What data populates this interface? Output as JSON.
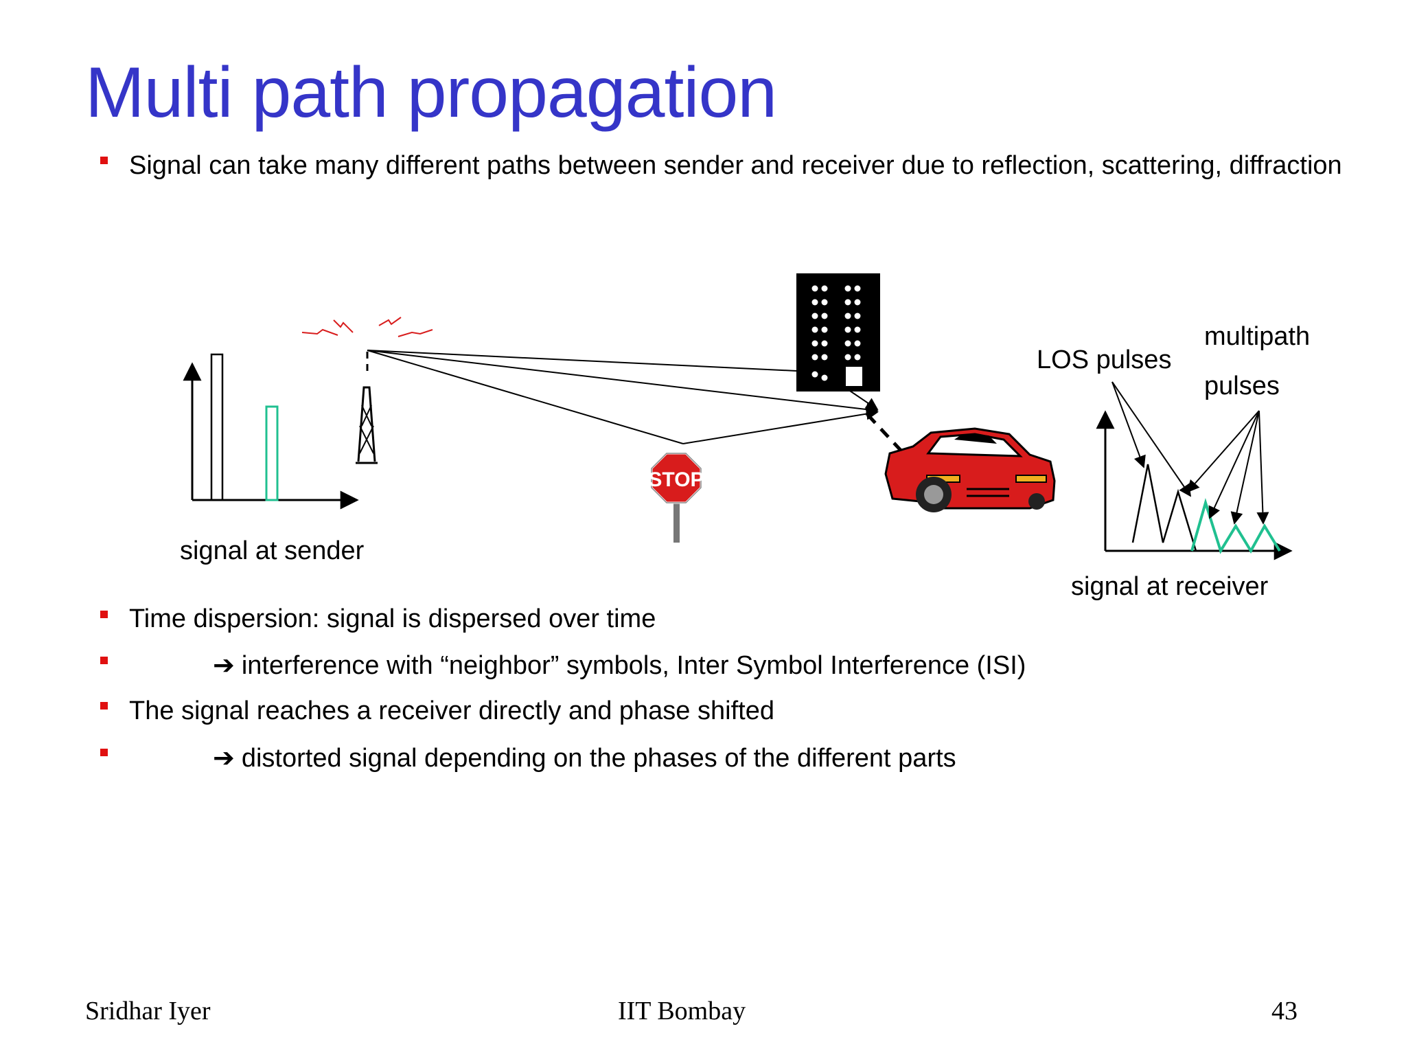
{
  "slide": {
    "title": "Multi path propagation",
    "bullets": [
      {
        "text": "Signal can take many different paths between sender and receiver due to reflection, scattering, diffraction",
        "indent": false
      },
      {
        "text": "Time dispersion: signal is dispersed over time",
        "indent": false
      },
      {
        "text": "interference with “neighbor” symbols, Inter Symbol Interference (ISI)",
        "indent": true
      },
      {
        "text": "The signal reaches a receiver directly and phase shifted",
        "indent": false
      },
      {
        "text": "distorted signal depending on the phases of the different parts",
        "indent": true
      }
    ],
    "arrow_symbol": "➔",
    "colors": {
      "title": "#3535c8",
      "bullet": "#e01010",
      "pulse": "#20c090",
      "car": "#d81c1c",
      "stop_sign": "#d81c1c"
    }
  },
  "diagram": {
    "sender_label": "signal at sender",
    "receiver_label": "signal at receiver",
    "los_label": "LOS pulses",
    "multipath_label_1": "multipath",
    "multipath_label_2": "pulses",
    "stop_text": "STOP",
    "icons": [
      "antenna-tower-icon",
      "building-icon",
      "stop-sign-icon",
      "car-icon"
    ]
  },
  "footer": {
    "author": "Sridhar Iyer",
    "institute": "IIT Bombay",
    "page_number": "43"
  }
}
